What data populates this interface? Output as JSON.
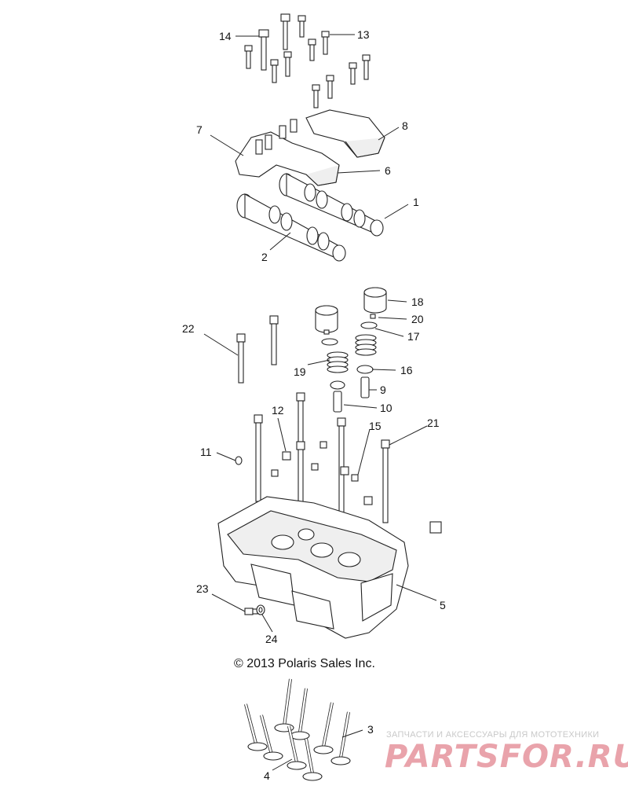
{
  "copyright": "© 2013 Polaris Sales Inc.",
  "watermark": {
    "subtitle": "ЗАПЧАСТИ И АКСЕССУАРЫ ДЛЯ МОТОТЕХНИКИ",
    "brand": "PARTSFOR.RU",
    "color": "#e9a3ab"
  },
  "callouts": [
    {
      "id": "14",
      "label": "14"
    },
    {
      "id": "13",
      "label": "13"
    },
    {
      "id": "7",
      "label": "7"
    },
    {
      "id": "8",
      "label": "8"
    },
    {
      "id": "6",
      "label": "6"
    },
    {
      "id": "1",
      "label": "1"
    },
    {
      "id": "2",
      "label": "2"
    },
    {
      "id": "18",
      "label": "18"
    },
    {
      "id": "20",
      "label": "20"
    },
    {
      "id": "17",
      "label": "17"
    },
    {
      "id": "22",
      "label": "22"
    },
    {
      "id": "19",
      "label": "19"
    },
    {
      "id": "16",
      "label": "16"
    },
    {
      "id": "9",
      "label": "9"
    },
    {
      "id": "10",
      "label": "10"
    },
    {
      "id": "12",
      "label": "12"
    },
    {
      "id": "15",
      "label": "15"
    },
    {
      "id": "21",
      "label": "21"
    },
    {
      "id": "11",
      "label": "11"
    },
    {
      "id": "5",
      "label": "5"
    },
    {
      "id": "23",
      "label": "23"
    },
    {
      "id": "24",
      "label": "24"
    },
    {
      "id": "3",
      "label": "3"
    },
    {
      "id": "4",
      "label": "4"
    }
  ]
}
